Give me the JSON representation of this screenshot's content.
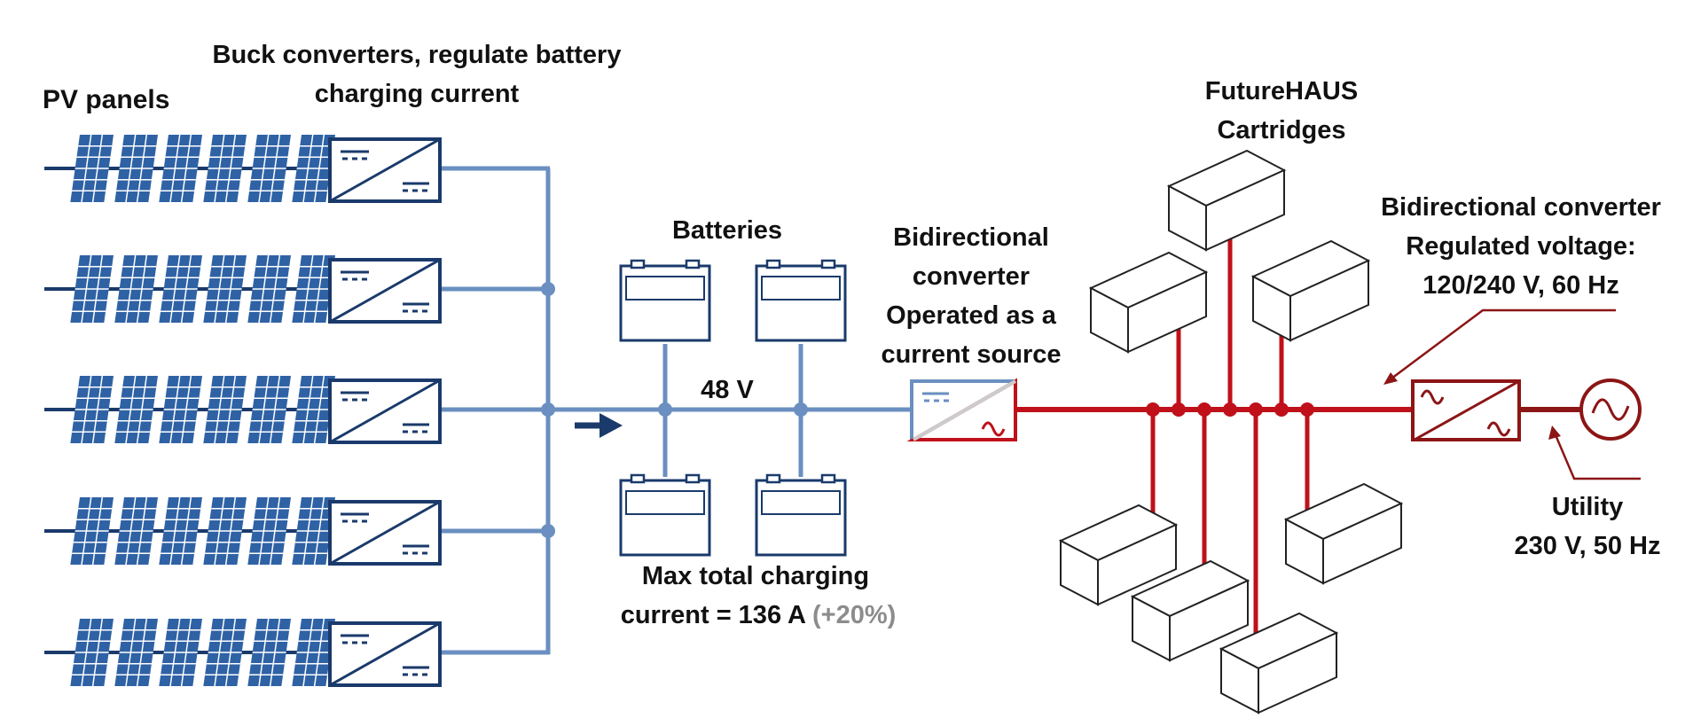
{
  "labels": {
    "pv_panels": "PV panels",
    "buck_line1": "Buck converters, regulate battery",
    "buck_line2": "charging current",
    "batteries": "Batteries",
    "bus_voltage": "48 V",
    "bidir_left": [
      "Bidirectional",
      "converter",
      "Operated as a",
      "current source"
    ],
    "cartridges": [
      "FutureHAUS",
      "Cartridges"
    ],
    "bidir_right": [
      "Bidirectional converter",
      "Regulated voltage:",
      "120/240 V, 60 Hz"
    ],
    "max_charging_line1": "Max total charging",
    "max_charging_line2": "current = 136 A",
    "max_charging_margin": "(+20%)",
    "utility": [
      "Utility",
      "230 V, 50 Hz"
    ]
  },
  "icons": [
    "solar-panel-icon",
    "buck-converter-icon",
    "battery-icon",
    "inverter-icon",
    "cartridge-box-icon",
    "ac-source-icon",
    "flow-arrow-icon"
  ],
  "colors": {
    "dc_bus": "#6a8fc0",
    "dark_blue": "#1a3a6b",
    "panel_blue": "#2f62a5",
    "ac_bus": "#c0101a",
    "utility": "#8c1515",
    "text": "#111111",
    "muted": "#8c8c8c"
  }
}
